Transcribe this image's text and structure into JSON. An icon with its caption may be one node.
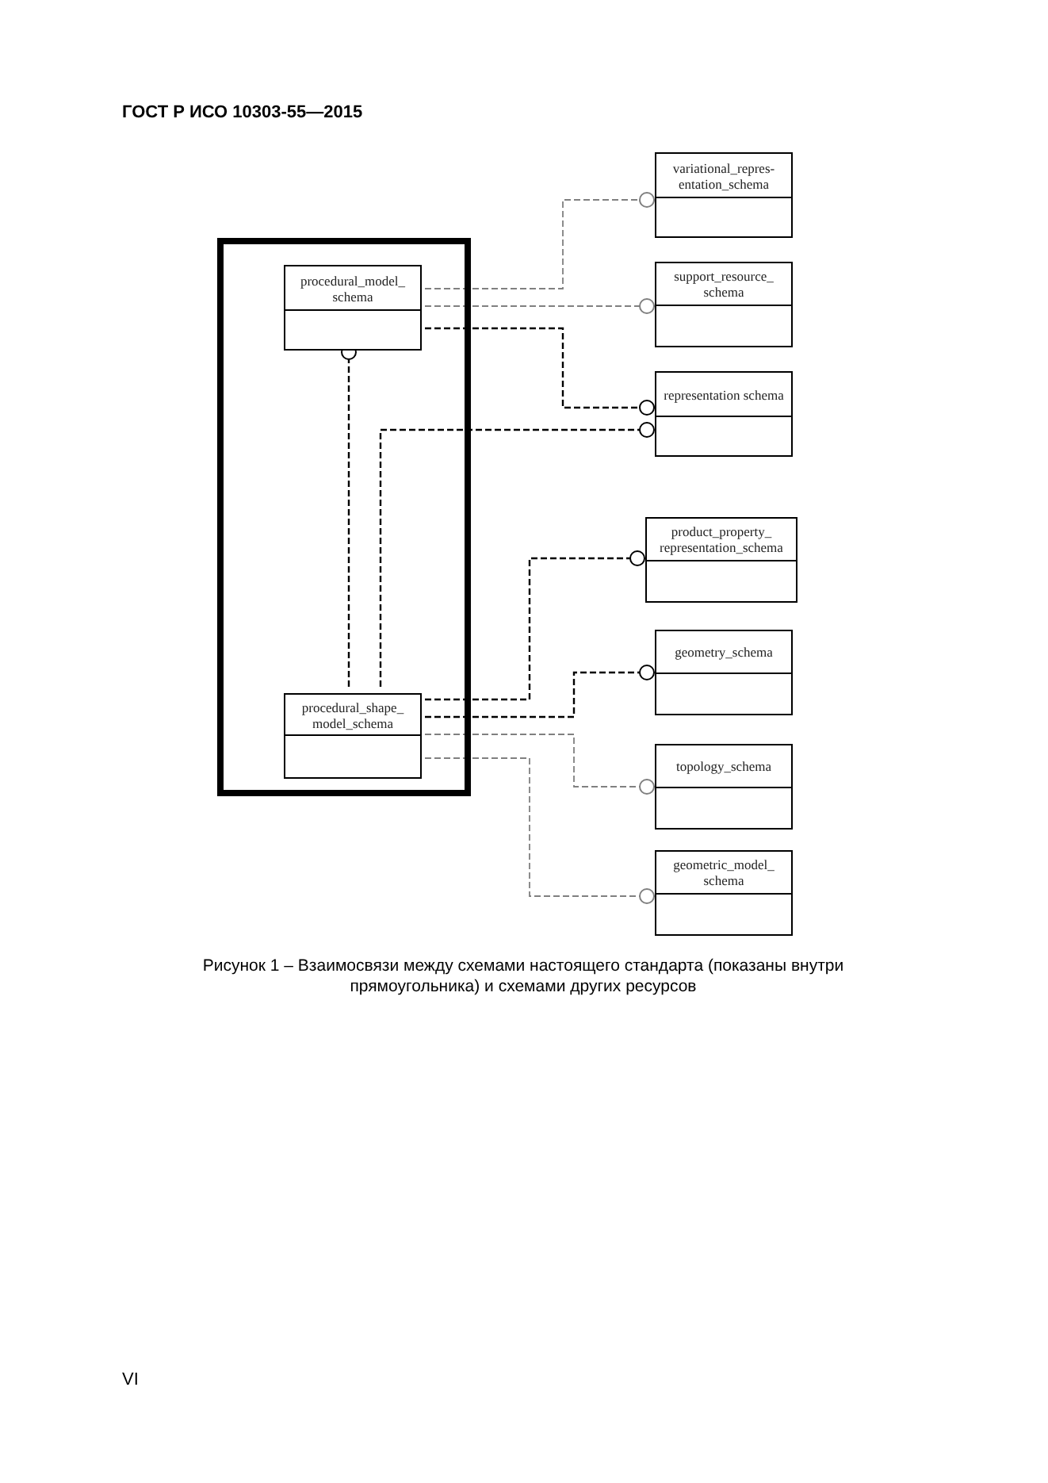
{
  "diagram": {
    "caption": "Рисунок 1 – Взаимосвязи между схемами настоящего стандарта (показаны внутри прямоугольника) и схемами других ресурсов",
    "nodes": [
      {
        "text": [],
        "shape": "box"
      },
      {
        "text": [
          "procedural_model_ schema"
        ],
        "in": 0
      },
      {
        "text": [
          "procedural_shape_ model_schema"
        ],
        "in": 0
      },
      {
        "text": [
          "variational_repres- entation_schema"
        ]
      },
      {
        "text": [
          "support_resource_ schema"
        ]
      },
      {
        "text": [
          "representation schema"
        ]
      },
      {
        "text": [
          "product_property_ representation_schema"
        ]
      },
      {
        "text": [
          "geometry_schema"
        ]
      },
      {
        "text": [
          "topology_schema"
        ]
      },
      {
        "text": [
          "geometric_model_ schema"
        ]
      }
    ],
    "edges": [
      {
        "from": 1,
        "to": 3,
        "arrow": "other",
        "style": "dashed",
        "color": "#808080"
      },
      {
        "from": 1,
        "to": 4,
        "arrow": "other",
        "style": "dashed",
        "color": "#808080"
      },
      {
        "from": 1,
        "to": 5,
        "arrow": "other",
        "style": "dashed",
        "color": "#000000"
      },
      {
        "from": 2,
        "to": 1,
        "arrow": "other",
        "style": "dashed",
        "color": "#000000"
      },
      {
        "from": 2,
        "to": 5,
        "arrow": "other",
        "style": "dashed",
        "color": "#000000"
      },
      {
        "from": 2,
        "to": 6,
        "arrow": "other",
        "style": "dashed",
        "color": "#000000"
      },
      {
        "from": 2,
        "to": 7,
        "arrow": "other",
        "style": "dashed",
        "color": "#000000"
      },
      {
        "from": 2,
        "to": 8,
        "arrow": "other",
        "style": "dashed",
        "color": "#808080"
      },
      {
        "from": 2,
        "to": 9,
        "arrow": "other",
        "style": "dashed",
        "color": "#808080"
      }
    ],
    "labels": [
      "ГОСТ Р ИСО 10303-55—2015",
      "VI"
    ]
  }
}
